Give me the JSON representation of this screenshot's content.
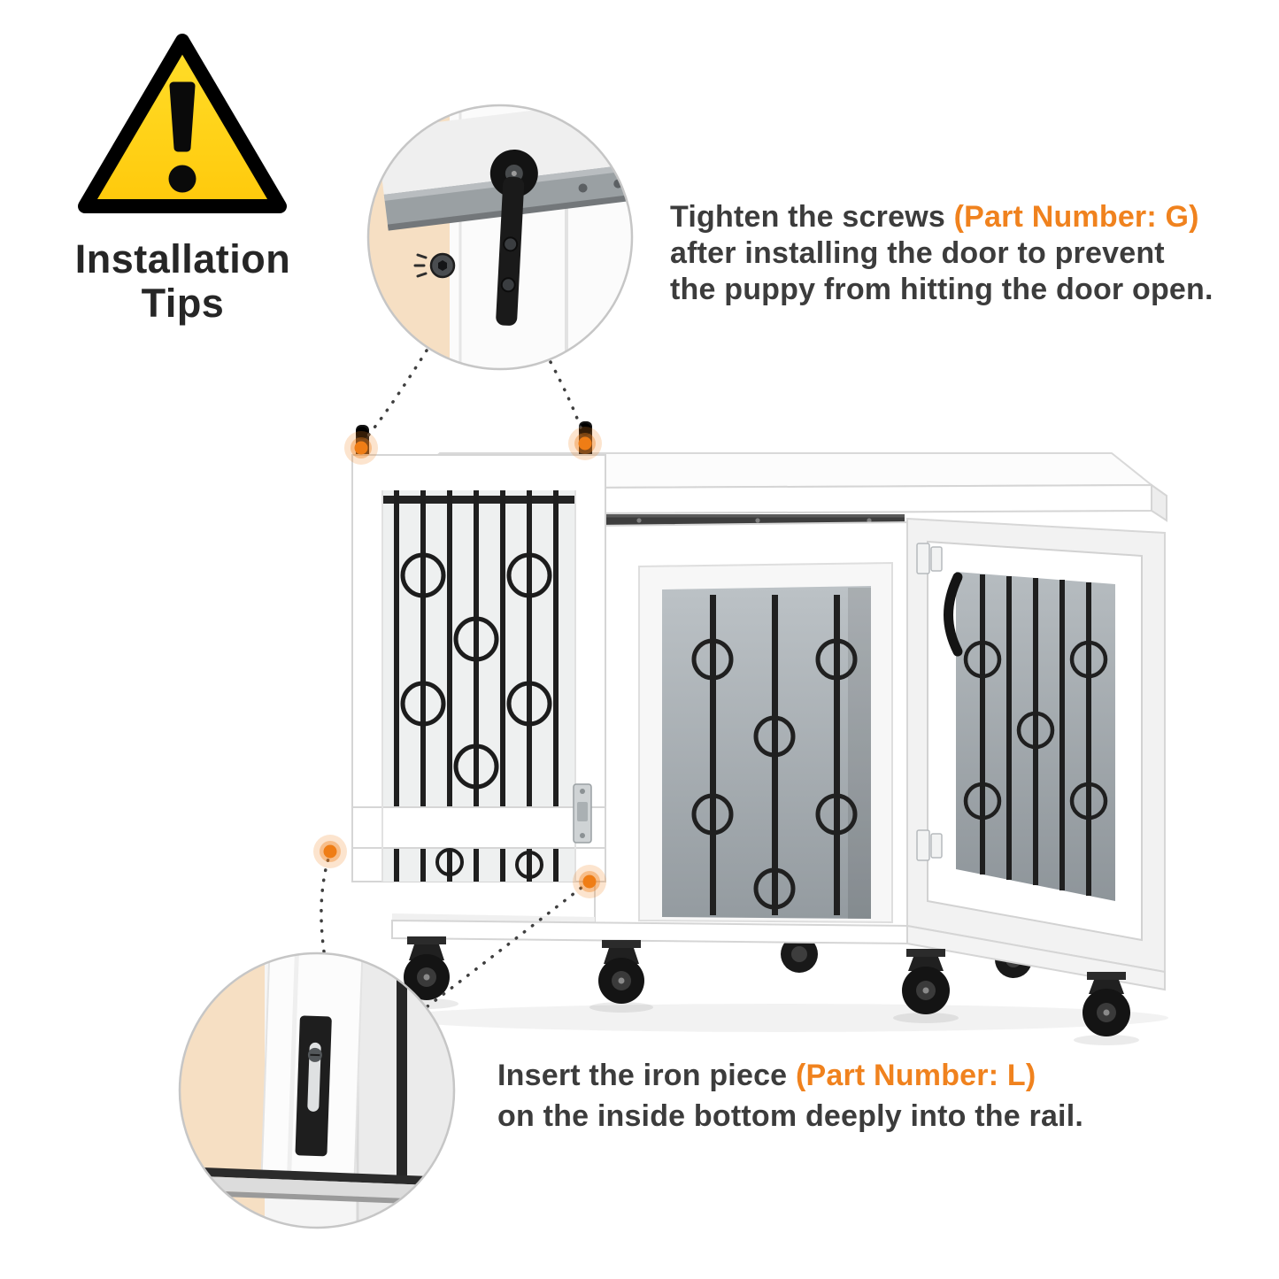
{
  "image": {
    "type": "product-installation-tips-graphic",
    "background": "#ffffff"
  },
  "colors": {
    "accent_orange": "#F0821E",
    "warning_yellow": "#FFD60E",
    "text_dark": "#3C3C3C",
    "heading_dark": "#262626"
  },
  "heading": {
    "line1": "Installation",
    "line2": "Tips"
  },
  "tip_top": {
    "line1_text": "Tighten the screws ",
    "line1_part": "(Part Number: G)",
    "line2": "after installing the door to prevent",
    "line3": "the puppy from hitting the door open."
  },
  "tip_bottom": {
    "line1_text": "Insert the iron piece ",
    "line1_part": "(Part Number: L)",
    "line2": "on the inside bottom deeply into the rail."
  },
  "icons": {
    "warning": "warning-triangle-icon",
    "callout_top": "door-roller-closeup-image",
    "callout_bottom": "iron-piece-closeup-image"
  }
}
